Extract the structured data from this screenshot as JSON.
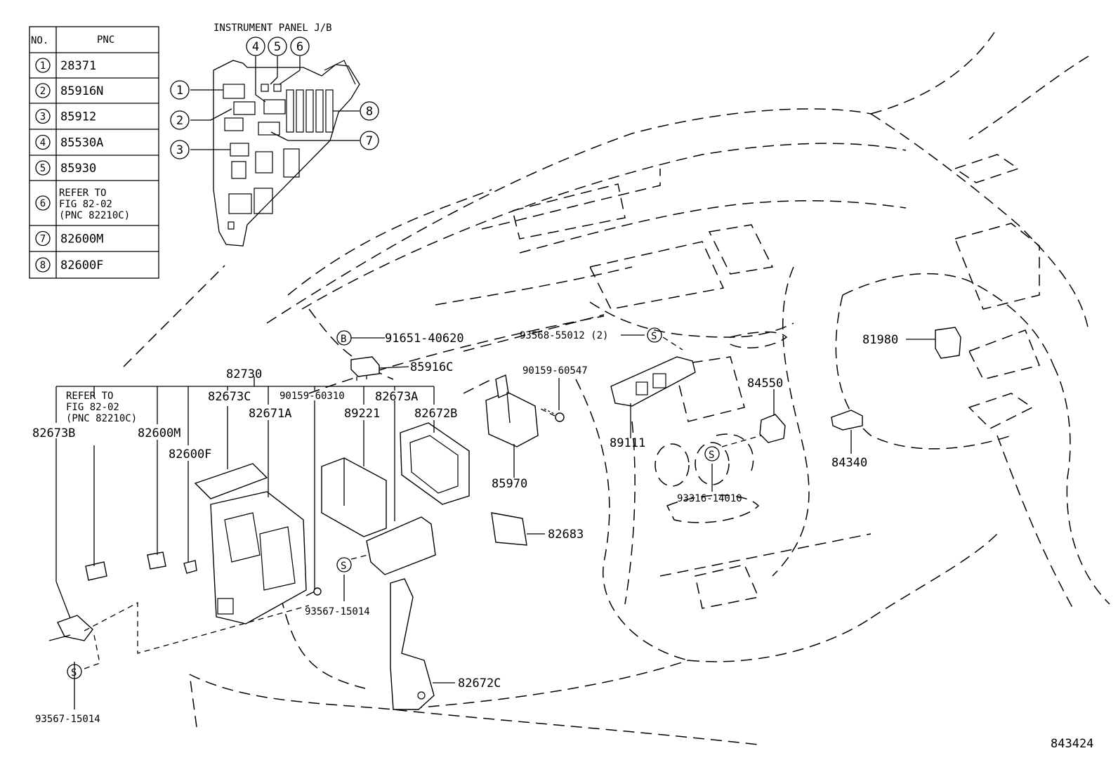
{
  "diagram": {
    "jb_title": "INSTRUMENT PANEL J/B",
    "figure_number": "843424",
    "table": {
      "headers": {
        "no": "NO.",
        "pnc": "PNC"
      },
      "rows": [
        {
          "no": "1",
          "pnc": [
            "28371"
          ]
        },
        {
          "no": "2",
          "pnc": [
            "85916N"
          ]
        },
        {
          "no": "3",
          "pnc": [
            "85912"
          ]
        },
        {
          "no": "4",
          "pnc": [
            "85530A"
          ]
        },
        {
          "no": "5",
          "pnc": [
            "85930"
          ]
        },
        {
          "no": "6",
          "pnc": [
            "REFER TO",
            "FIG 82-02",
            "(PNC 82210C)"
          ]
        },
        {
          "no": "7",
          "pnc": [
            "82600M"
          ]
        },
        {
          "no": "8",
          "pnc": [
            "82600F"
          ]
        }
      ]
    },
    "jb_callouts": [
      "1",
      "2",
      "3",
      "4",
      "5",
      "6",
      "7",
      "8"
    ],
    "labels": {
      "l_91651": "91651-40620",
      "l_85916c": "85916C",
      "l_93568": "93568-55012 (2)",
      "l_90159_60547": "90159-60547",
      "l_81980": "81980",
      "l_84550": "84550",
      "l_89111": "89111",
      "l_84340": "84340",
      "l_93316": "93316-14010",
      "l_85970": "85970",
      "l_82683": "82683",
      "l_82672c": "82672C",
      "l_93567_a": "93567-15014",
      "l_93567_b": "93567-15014",
      "l_82730": "82730",
      "l_refer_1": "REFER TO",
      "l_refer_2": "FIG 82-02",
      "l_refer_3": "(PNC 82210C)",
      "l_82673b": "82673B",
      "l_82600m": "82600M",
      "l_82600f": "82600F",
      "l_82673c": "82673C",
      "l_82671a": "82671A",
      "l_90159_60310": "90159-60310",
      "l_89221": "89221",
      "l_82673a": "82673A",
      "l_82672b": "82672B"
    },
    "symbols": {
      "b": "B",
      "s": "S"
    }
  }
}
